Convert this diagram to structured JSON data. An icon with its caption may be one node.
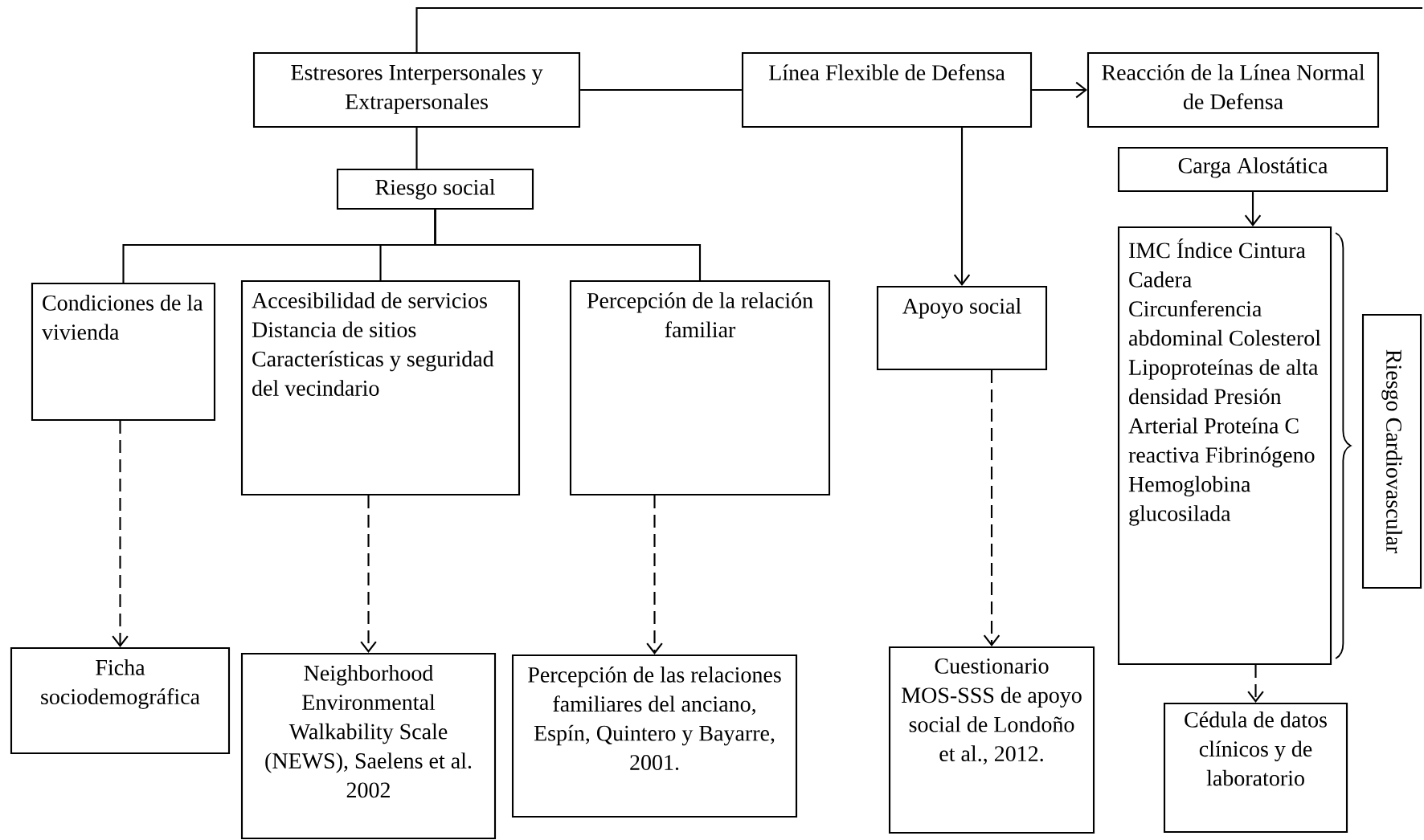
{
  "diagram": {
    "nodes": [
      {
        "text": [
          "Estresores Interpersonales y Extrapersonales"
        ]
      },
      {
        "text": [
          "Línea Flexible de Defensa"
        ]
      },
      {
        "text": [
          "Reacción de la Línea Normal de Defensa"
        ]
      },
      {
        "text": [
          "Riesgo social"
        ]
      },
      {
        "text": [
          "Carga Alostática"
        ]
      },
      {
        "text": [
          "Condiciones de la vivienda"
        ]
      },
      {
        "text": [
          "Accesibilidad de servicios Distancia de sitios Características y seguridad del vecindario"
        ]
      },
      {
        "text": [
          "Percepción de la relación familiar"
        ]
      },
      {
        "text": [
          "Apoyo social"
        ]
      },
      {
        "text": [
          "IMC Índice Cintura Cadera Circunferencia abdominal Colesterol Lipoproteínas de alta densidad Presión Arterial Proteína C reactiva Fibrinógeno Hemoglobina glucosilada"
        ]
      },
      {
        "text": [
          "Riesgo Cardiovascular"
        ]
      },
      {
        "text": [
          "Ficha sociodemográfica"
        ]
      },
      {
        "text": [
          "Neighborhood Environmental Walkability Scale (NEWS), Saelens et al. 2002"
        ]
      },
      {
        "text": [
          "Percepción de las relaciones familiares del anciano,  Espín, Quintero y Bayarre, 2001."
        ]
      },
      {
        "text": [
          "Cuestionario MOS-SSS de apoyo social de Londoño et al., 2012."
        ]
      },
      {
        "text": [
          "Cédula de datos clínicos y de laboratorio"
        ]
      }
    ],
    "edges": [
      {
        "from": 0,
        "to": null,
        "arrow": "none"
      },
      {
        "from": 0,
        "to": 1,
        "arrow": "none"
      },
      {
        "from": 1,
        "to": 2,
        "arrow": "to"
      },
      {
        "from": 0,
        "to": 3,
        "arrow": "none"
      },
      {
        "from": 3,
        "to": 5,
        "arrow": "none"
      },
      {
        "from": 3,
        "to": 6,
        "arrow": "none"
      },
      {
        "from": 3,
        "to": 7,
        "arrow": "none"
      },
      {
        "from": 1,
        "to": 8,
        "arrow": "to"
      },
      {
        "from": 4,
        "to": 9,
        "arrow": "to"
      },
      {
        "from": 5,
        "to": 11,
        "arrow": "to",
        "style": "dashed"
      },
      {
        "from": 6,
        "to": 12,
        "arrow": "to",
        "style": "dashed"
      },
      {
        "from": 7,
        "to": 13,
        "arrow": "to",
        "style": "dashed"
      },
      {
        "from": 8,
        "to": 14,
        "arrow": "to",
        "style": "dashed"
      },
      {
        "from": 9,
        "to": 15,
        "arrow": "to",
        "style": "dashed"
      }
    ]
  }
}
